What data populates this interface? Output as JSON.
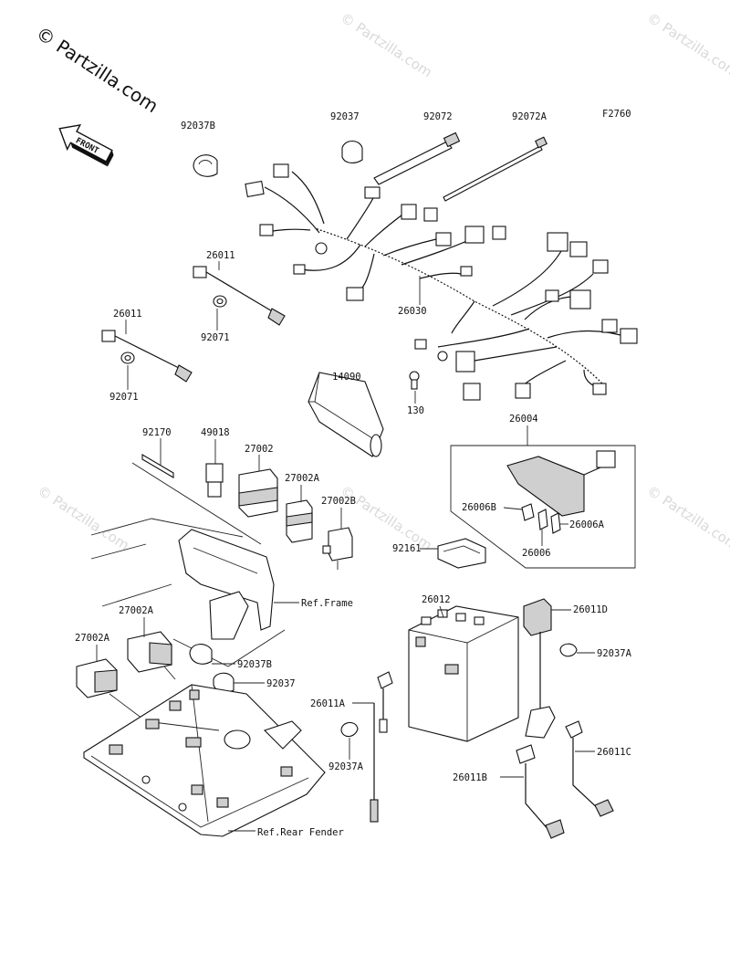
{
  "watermark": {
    "main": "© Partzilla.com",
    "faint": "© Partzilla.com"
  },
  "figure_code": "F2760",
  "front_label": "FRONT",
  "labels": {
    "p92037B_top": "92037B",
    "p92037_top": "92037",
    "p92072": "92072",
    "p92072A": "92072A",
    "p26011_upper": "26011",
    "p92071_upper": "92071",
    "p26011_lower": "26011",
    "p92071_lower": "92071",
    "p26030": "26030",
    "p14090": "14090",
    "p130": "130",
    "p26004": "26004",
    "p92170": "92170",
    "p49018": "49018",
    "p27002": "27002",
    "p27002A_mid": "27002A",
    "p27002B": "27002B",
    "p26006B": "26006B",
    "p26006A": "26006A",
    "p26006": "26006",
    "p92161": "92161",
    "ref_frame": "Ref.Frame",
    "p26012": "26012",
    "p26011D": "26011D",
    "p27002A_left2": "27002A",
    "p27002A_left1": "27002A",
    "p92037B_mid": "92037B",
    "p92037_mid": "92037",
    "p92037A_right": "92037A",
    "p26011A": "26011A",
    "p92037A_mid": "92037A",
    "p26011C": "26011C",
    "p26011B": "26011B",
    "ref_rear_fender": "Ref.Rear Fender"
  }
}
